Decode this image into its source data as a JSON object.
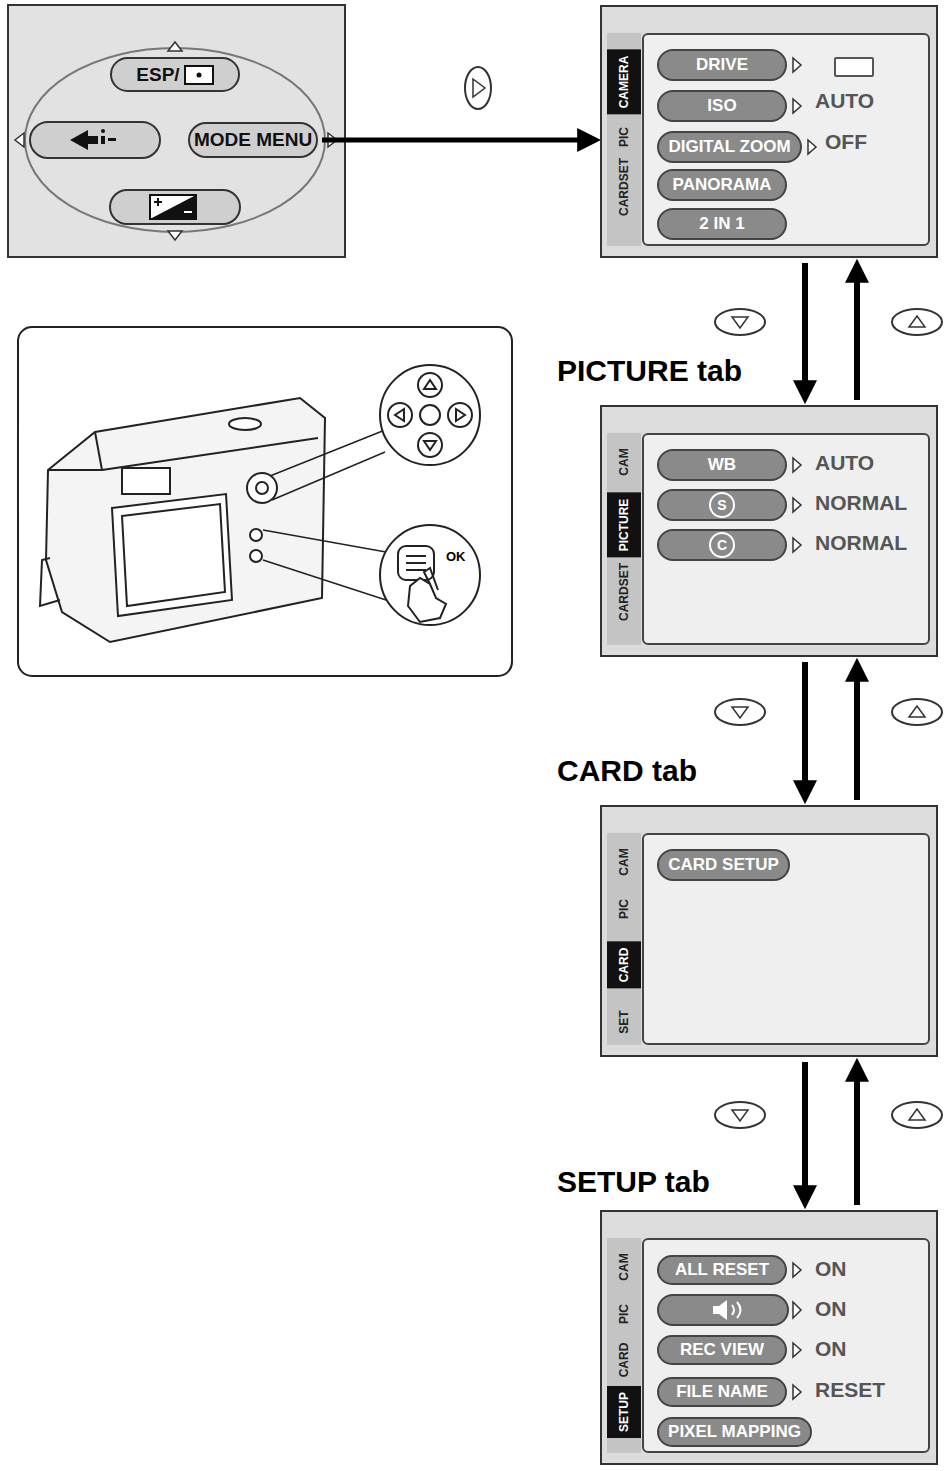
{
  "diagram": {
    "nodes": [
      {
        "text": [
          "ESP/"
        ]
      },
      {
        "text": [
          "MODE MENU"
        ]
      },
      {
        "text": [
          "CAMERA",
          "PIC",
          "CARDSET"
        ]
      },
      {
        "text": [
          "DRIVE"
        ],
        "in": 2
      },
      {
        "text": [
          "ISO"
        ],
        "in": 2
      },
      {
        "text": [
          "DIGITAL ZOOM"
        ],
        "in": 2
      },
      {
        "text": [
          "PANORAMA"
        ],
        "in": 2
      },
      {
        "text": [
          "2 IN 1"
        ],
        "in": 2
      },
      {
        "text": [
          "CAM",
          "PICTURE",
          "CARDSET"
        ]
      },
      {
        "text": [
          "WB"
        ],
        "in": 8
      },
      {
        "text": [
          "S"
        ],
        "in": 8
      },
      {
        "text": [
          "C"
        ],
        "in": 8
      },
      {
        "text": [
          "CAM",
          "PIC",
          "CARD",
          "SET"
        ]
      },
      {
        "text": [
          "CARD SETUP"
        ],
        "in": 12
      },
      {
        "text": [
          "CAM",
          "PIC",
          "CARD",
          "SETUP"
        ]
      },
      {
        "text": [
          "ALL RESET"
        ],
        "in": 14
      },
      {
        "text": [
          "REC VIEW"
        ],
        "in": 14
      },
      {
        "text": [
          "FILE NAME"
        ],
        "in": 14
      },
      {
        "text": [
          "PIXEL MAPPING"
        ],
        "in": 14
      }
    ],
    "edges": [
      {
        "from": 1,
        "to": 2,
        "arrow": "to"
      },
      {
        "from": 2,
        "to": 8,
        "arrow": "to"
      },
      {
        "from": 8,
        "to": 2,
        "arrow": "to"
      },
      {
        "from": 8,
        "to": 12,
        "arrow": "to"
      },
      {
        "from": 12,
        "to": 8,
        "arrow": "to"
      },
      {
        "from": 12,
        "to": 14,
        "arrow": "to"
      },
      {
        "from": 14,
        "to": 12,
        "arrow": "to"
      }
    ],
    "labels": [
      "OK",
      "AUTO",
      "OFF",
      "PICTURE tab",
      "AUTO",
      "NORMAL",
      "NORMAL",
      "CARD tab",
      "SETUP tab",
      "ON",
      "ON",
      "ON",
      "RESET"
    ]
  }
}
